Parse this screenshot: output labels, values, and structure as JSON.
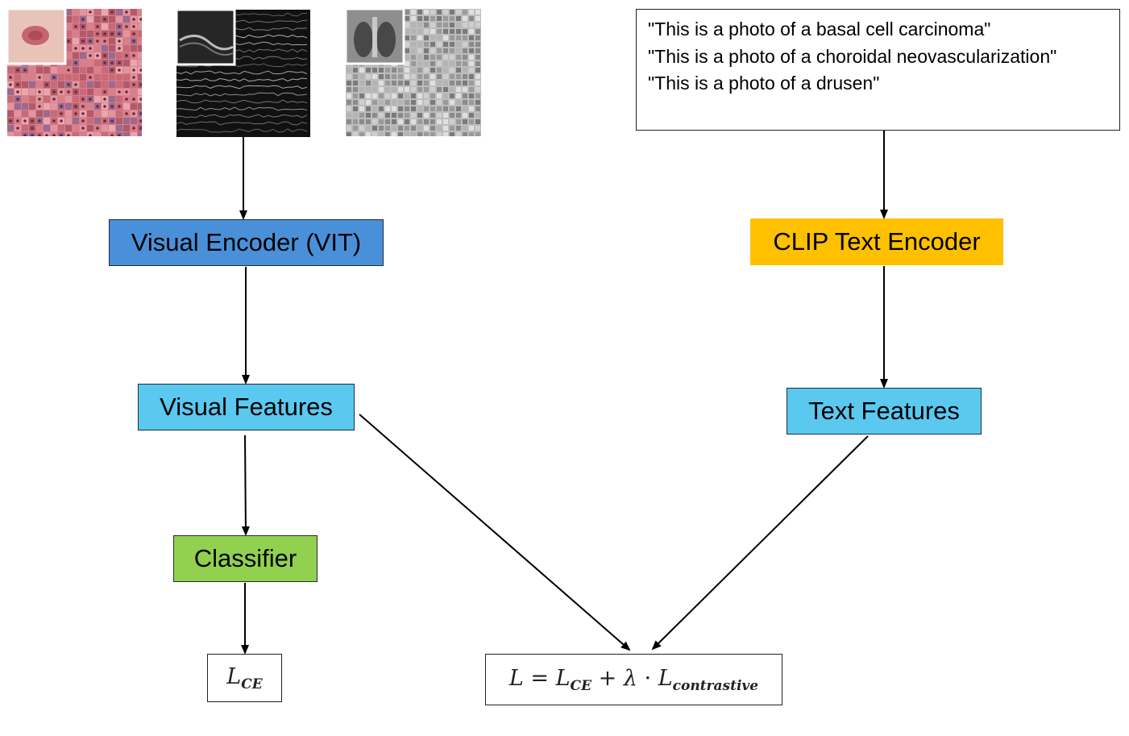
{
  "image_panels": [
    {
      "name": "skin-lesion-image",
      "colors": {
        "base": "#d8808a",
        "inset": "#e8c4b8",
        "spot": "#c05560"
      }
    },
    {
      "name": "oct-retina-image",
      "colors": {
        "base": "#111111",
        "inset": "#262626",
        "line": "#cfcfcf"
      }
    },
    {
      "name": "chest-xray-image",
      "colors": {
        "base": "#bdbdbd",
        "inset": "#8e8e8e",
        "line": "#5a5a5a"
      }
    }
  ],
  "text_prompts": [
    "\"This is a photo of a basal cell carcinoma\"",
    "\"This is a photo of a choroidal neovascularization\"",
    "\"This is a photo of a drusen\""
  ],
  "nodes": {
    "visual_encoder": {
      "label": "Visual Encoder (VIT)",
      "color": "#4a90d9"
    },
    "clip_text_encoder": {
      "label": "CLIP Text Encoder",
      "color": "#ffc000"
    },
    "visual_features": {
      "label": "Visual Features",
      "color": "#5bc8f0"
    },
    "text_features": {
      "label": "Text Features",
      "color": "#5bc8f0"
    },
    "classifier": {
      "label": "Classifier",
      "color": "#92d050"
    }
  },
  "losses": {
    "ce": {
      "symbol": "L",
      "sub": "CE"
    },
    "total": {
      "lhs": "L",
      "equals": " = ",
      "ce_symbol": "L",
      "ce_sub": "CE",
      "plus": " + ",
      "lambda": "λ",
      "dot": " · ",
      "con_symbol": "L",
      "con_sub": "contrastive"
    }
  },
  "edges": [
    [
      "images",
      "visual_encoder"
    ],
    [
      "text_prompts",
      "clip_text_encoder"
    ],
    [
      "visual_encoder",
      "visual_features"
    ],
    [
      "clip_text_encoder",
      "text_features"
    ],
    [
      "visual_features",
      "classifier"
    ],
    [
      "classifier",
      "ce_loss"
    ],
    [
      "visual_features",
      "total_loss"
    ],
    [
      "text_features",
      "total_loss"
    ]
  ]
}
